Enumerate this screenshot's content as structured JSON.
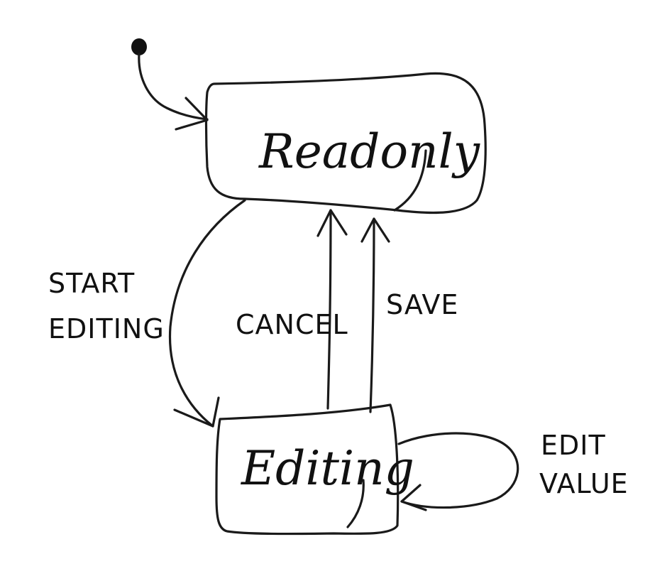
{
  "diagram": {
    "states": {
      "readonly": "Readonly",
      "editing": "Editing"
    },
    "transitions": {
      "start_editing_line1": "START",
      "start_editing_line2": "EDITING",
      "cancel": "CANCEL",
      "save": "SAVE",
      "edit_value_line1": "EDIT",
      "edit_value_line2": "VALUE"
    }
  }
}
